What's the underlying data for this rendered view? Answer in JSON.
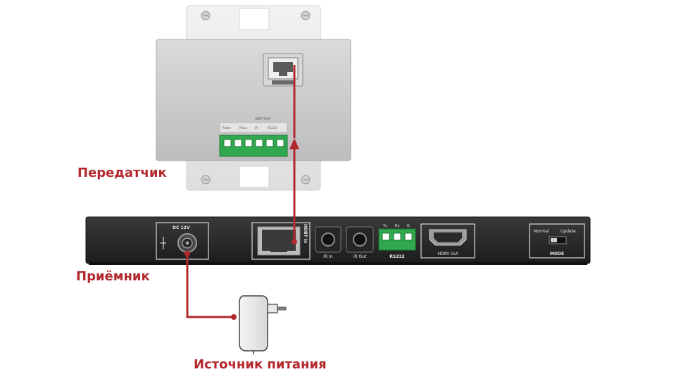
{
  "colors": {
    "accent": "#b3282d",
    "wallplate": "#e8e8e8",
    "module_body": "#c9c9c9",
    "receiver_body": "#2a2a2a",
    "terminal_green": "#2fa84f"
  },
  "labels": {
    "transmitter": "Передатчик",
    "receiver": "Приёмник",
    "power_supply": "Источник питания"
  },
  "transmitter": {
    "model_text": "HDBT-TX-W",
    "terminal_labels": [
      "Power",
      "Relay",
      "IR",
      "RS232"
    ]
  },
  "receiver": {
    "dc_label": "DC 12V",
    "hdbt_label": "HDBT In",
    "ir_in_label": "IR In",
    "ir_out_label": "IR Out",
    "rs232_label": "RS232",
    "rs232_pins": [
      "Tx",
      "Rx",
      "G"
    ],
    "hdmi_label": "HDMI Out",
    "mode_options": [
      "Normal",
      "Update"
    ],
    "mode_label": "MODE"
  }
}
